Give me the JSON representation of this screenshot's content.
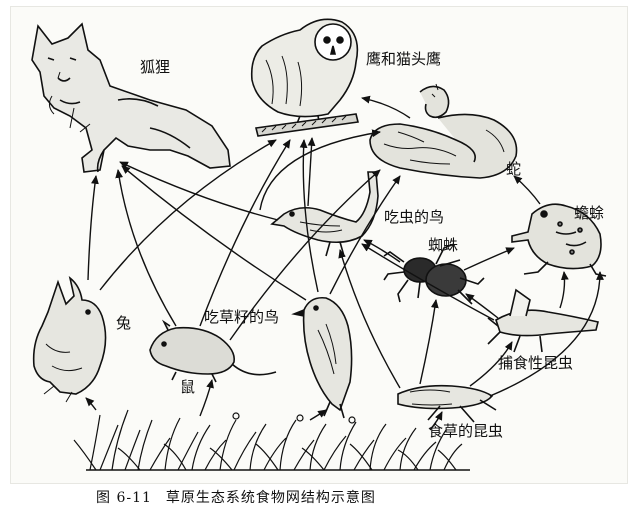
{
  "diagram": {
    "organisms": {
      "fox": "狐狸",
      "owl": "鹰和猫头鹰",
      "snake": "蛇",
      "insect_bird": "吃虫的鸟",
      "toad": "蟾蜍",
      "spider": "蜘蛛",
      "rabbit": "兔",
      "seed_bird": "吃草籽的鸟",
      "mouse": "鼠",
      "predatory_insect": "捕食性昆虫",
      "herbivore_insect": "食草的昆虫"
    },
    "caption": {
      "figure_number": "图 6-11",
      "title": "草原生态系统食物网结构示意图"
    },
    "colors": {
      "ink": "#111111",
      "paper": "#fbfbf8"
    }
  }
}
